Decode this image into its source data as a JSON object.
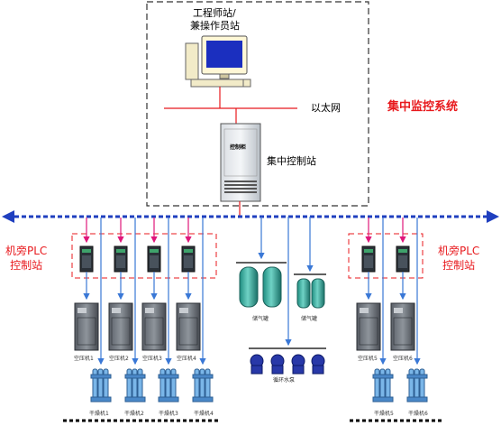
{
  "monitoring": {
    "workstation_line1": "工程师站/",
    "workstation_line2": "兼操作员站",
    "ethernet": "以太网",
    "cabinet_label": "控制柜",
    "control_station": "集中控制站",
    "system_title": "集中监控系统"
  },
  "plc_left": {
    "line1": "机旁PLC",
    "line2": "控制站"
  },
  "plc_right": {
    "line1": "机旁PLC",
    "line2": "控制站"
  },
  "compressors": [
    "空压机1",
    "空压机2",
    "空压机3",
    "空压机4",
    "空压机5",
    "空压机6"
  ],
  "dryers": [
    "干燥机1",
    "干燥机2",
    "干燥机3",
    "干燥机4",
    "干燥机5",
    "干燥机6"
  ],
  "tanks": [
    "储气罐",
    "储气罐"
  ],
  "pumps": "循环水泵",
  "colors": {
    "red": "#e8191d",
    "blue": "#1f3fbf",
    "pink": "#e0177a",
    "link": "#3a78d6",
    "teal": "#2aa597"
  }
}
